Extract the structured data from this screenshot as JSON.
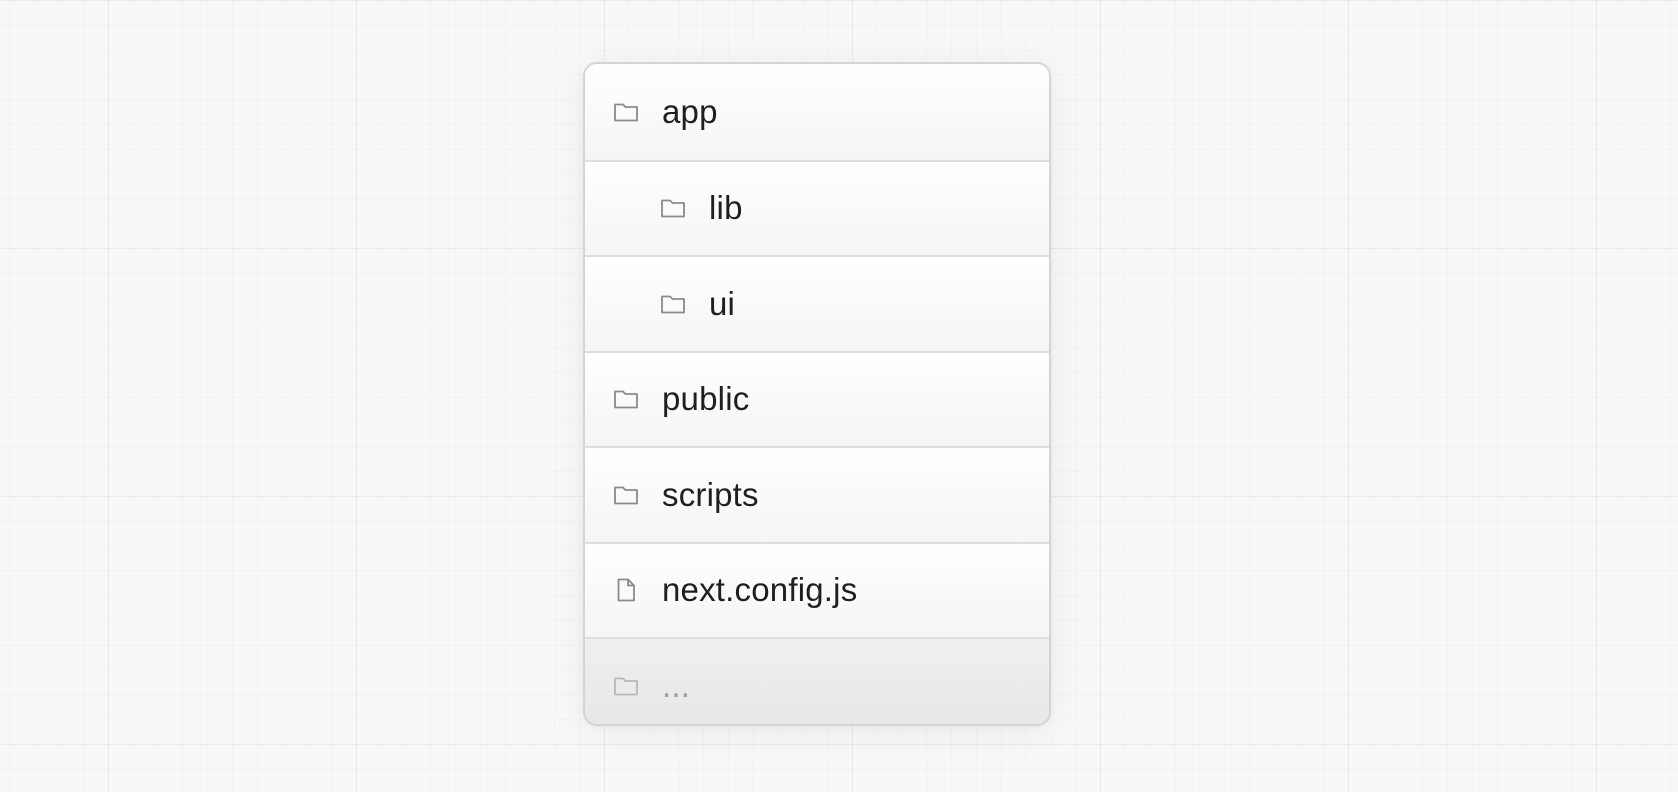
{
  "tree": {
    "items": [
      {
        "label": "app",
        "icon": "folder-icon",
        "level": 0,
        "muted": false
      },
      {
        "label": "lib",
        "icon": "folder-icon",
        "level": 1,
        "muted": false
      },
      {
        "label": "ui",
        "icon": "folder-icon",
        "level": 1,
        "muted": false
      },
      {
        "label": "public",
        "icon": "folder-icon",
        "level": 0,
        "muted": false
      },
      {
        "label": "scripts",
        "icon": "folder-icon",
        "level": 0,
        "muted": false
      },
      {
        "label": "next.config.js",
        "icon": "file-icon",
        "level": 0,
        "muted": false
      },
      {
        "label": "...",
        "icon": "folder-icon",
        "level": 0,
        "muted": true
      }
    ]
  },
  "colors": {
    "icon_stroke": "#8a8a8a",
    "icon_stroke_muted": "#b8b8b8",
    "text": "#1f1f1f",
    "text_muted": "#9a9a9a"
  }
}
